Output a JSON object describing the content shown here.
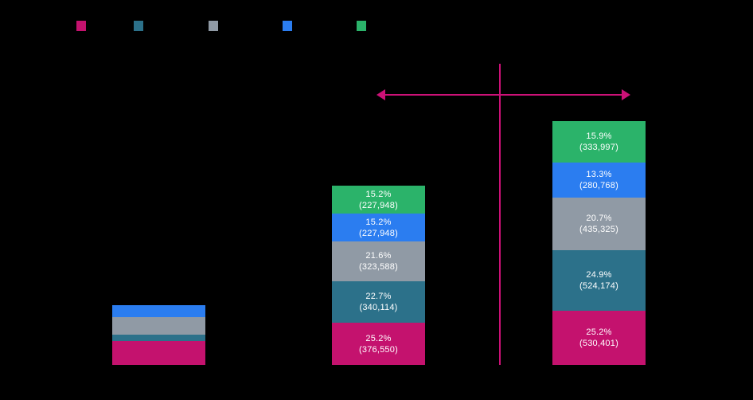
{
  "legend": {
    "position": "top",
    "items": [
      {
        "label": "",
        "color": "#C4126E",
        "icon": "legend-swatch-square",
        "x": 96
      },
      {
        "label": "",
        "color": "#2C718A",
        "icon": "legend-swatch-square",
        "x": 168
      },
      {
        "label": "",
        "color": "#909AA5",
        "icon": "legend-swatch-square",
        "x": 262
      },
      {
        "label": "",
        "color": "#2B7DF0",
        "icon": "legend-swatch-square",
        "x": 355
      },
      {
        "label": "",
        "color": "#2BB36A",
        "icon": "legend-swatch-square",
        "x": 448
      }
    ]
  },
  "annotations": {
    "vertical_line": {
      "color": "#CC1177",
      "x": 627,
      "y_top": 80,
      "y_bottom": 458,
      "width": 2
    },
    "span_arrow": {
      "color": "#CC1177",
      "y": 119,
      "x_start": 473,
      "x_end": 792,
      "double_headed": true
    }
  },
  "axis": {
    "category_labels": [
      "",
      "",
      ""
    ],
    "value_label": ""
  },
  "chart_data": {
    "type": "bar",
    "subtype": "stacked-bar",
    "title": "",
    "subtitle": "",
    "xlabel": "",
    "ylabel": "",
    "grid": false,
    "legend_position": "top",
    "categories": [
      "",
      "",
      ""
    ],
    "series": [
      {
        "name": "",
        "color": "#C4126E",
        "values": [
          null,
          376550,
          530401
        ],
        "percents": [
          null,
          25.2,
          25.2
        ],
        "pct_text": [
          "",
          "25.2%",
          "25.2%"
        ],
        "val_text": [
          "",
          "(376,550)",
          "(530,401)"
        ]
      },
      {
        "name": "",
        "color": "#2C718A",
        "values": [
          null,
          340114,
          524174
        ],
        "percents": [
          null,
          22.7,
          24.9
        ],
        "pct_text": [
          "",
          "22.7%",
          "24.9%"
        ],
        "val_text": [
          "",
          "(340,114)",
          "(524,174)"
        ]
      },
      {
        "name": "",
        "color": "#909AA5",
        "values": [
          null,
          323588,
          435325
        ],
        "percents": [
          null,
          21.6,
          20.7
        ],
        "pct_text": [
          "",
          "21.6%",
          "20.7%"
        ],
        "val_text": [
          "",
          "(323,588)",
          "(435,325)"
        ]
      },
      {
        "name": "",
        "color": "#2B7DF0",
        "values": [
          null,
          227948,
          280768
        ],
        "percents": [
          null,
          15.2,
          13.3
        ],
        "pct_text": [
          "",
          "15.2%",
          "13.3%"
        ],
        "val_text": [
          "",
          "(227,948)",
          "(280,768)"
        ]
      },
      {
        "name": "",
        "color": "#2BB36A",
        "values": [
          null,
          227948,
          333997
        ],
        "percents": [
          null,
          15.2,
          15.9
        ],
        "pct_text": [
          "",
          "15.2%",
          "15.9%"
        ],
        "val_text": [
          "",
          "(227,948)",
          "(333,997)"
        ]
      }
    ]
  },
  "bars": [
    {
      "name": "bar-left",
      "x": 141,
      "top": 383,
      "bottom": 458,
      "width": 117,
      "labels_visible": false,
      "segments": [
        {
          "name": "segment-green",
          "color": "#2BB36A",
          "height": 0,
          "pct": "",
          "val": ""
        },
        {
          "name": "segment-blue",
          "color": "#2B7DF0",
          "height": 15,
          "pct": "",
          "val": ""
        },
        {
          "name": "segment-gray",
          "color": "#909AA5",
          "height": 22,
          "pct": "",
          "val": ""
        },
        {
          "name": "segment-teal",
          "color": "#2C718A",
          "height": 8,
          "pct": "",
          "val": ""
        },
        {
          "name": "segment-pink",
          "color": "#C4126E",
          "height": 30,
          "pct": "",
          "val": ""
        }
      ]
    },
    {
      "name": "bar-middle",
      "x": 417,
      "top": 233,
      "bottom": 458,
      "width": 117,
      "labels_visible": true,
      "segments": [
        {
          "name": "segment-green",
          "color": "#2BB36A",
          "height": 35,
          "pct": "15.2%",
          "val": "(227,948)"
        },
        {
          "name": "segment-blue",
          "color": "#2B7DF0",
          "height": 35,
          "pct": "15.2%",
          "val": "(227,948)"
        },
        {
          "name": "segment-gray",
          "color": "#909AA5",
          "height": 50,
          "pct": "21.6%",
          "val": "(323,588)"
        },
        {
          "name": "segment-teal",
          "color": "#2C718A",
          "height": 52,
          "pct": "22.7%",
          "val": "(340,114)"
        },
        {
          "name": "segment-pink",
          "color": "#C4126E",
          "height": 53,
          "pct": "25.2%",
          "val": "(376,550)"
        }
      ]
    },
    {
      "name": "bar-right",
      "x": 694,
      "top": 152,
      "bottom": 458,
      "width": 117,
      "labels_visible": true,
      "segments": [
        {
          "name": "segment-green",
          "color": "#2BB36A",
          "height": 52,
          "pct": "15.9%",
          "val": "(333,997)"
        },
        {
          "name": "segment-blue",
          "color": "#2B7DF0",
          "height": 44,
          "pct": "13.3%",
          "val": "(280,768)"
        },
        {
          "name": "segment-gray",
          "color": "#909AA5",
          "height": 66,
          "pct": "20.7%",
          "val": "(435,325)"
        },
        {
          "name": "segment-teal",
          "color": "#2C718A",
          "height": 76,
          "pct": "24.9%",
          "val": "(524,174)"
        },
        {
          "name": "segment-pink",
          "color": "#C4126E",
          "height": 68,
          "pct": "25.2%",
          "val": "(530,401)"
        }
      ]
    }
  ]
}
